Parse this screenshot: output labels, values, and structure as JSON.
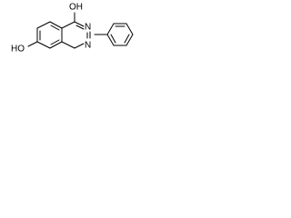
{
  "molecule": {
    "atoms": {
      "top_hydroxyl": "OH",
      "n_upper": "N",
      "n_lower": "N",
      "left_hydroxyl": "HO"
    }
  }
}
